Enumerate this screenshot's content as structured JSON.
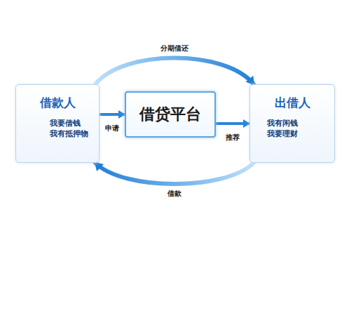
{
  "diagram": {
    "nodes": [
      {
        "text": [
          "借款人",
          "我要借钱 我有抵押物"
        ]
      },
      {
        "text": [
          "借贷平台"
        ]
      },
      {
        "text": [
          "出借人",
          "我有闲钱 我要理财"
        ]
      }
    ],
    "edges": [
      {
        "from": 0,
        "to": 1,
        "arrow": "to",
        "label": "申请"
      },
      {
        "from": 1,
        "to": 2,
        "arrow": "to",
        "label": "推荐"
      },
      {
        "from": 0,
        "to": 2,
        "arrow": "to",
        "label": "分期借还"
      },
      {
        "from": 2,
        "to": 0,
        "arrow": "to",
        "label": "借款"
      }
    ]
  }
}
